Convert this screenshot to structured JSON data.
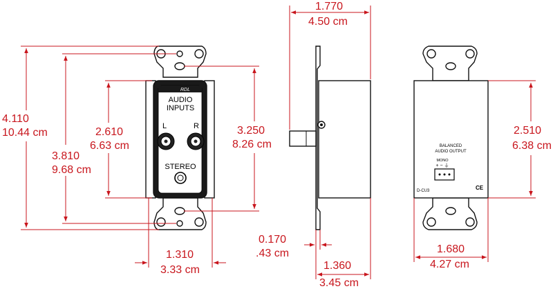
{
  "front_view": {
    "faceplate_labels": {
      "brand": "RDL",
      "audio_inputs_line1": "AUDIO",
      "audio_inputs_line2": "INPUTS",
      "left": "L",
      "right": "R",
      "stereo": "STEREO"
    },
    "dimensions": {
      "overall_height_in": "4.110",
      "overall_height_cm": "10.44 cm",
      "hole_spacing_in": "3.810",
      "hole_spacing_cm": "9.68 cm",
      "jack_height_in": "2.610",
      "jack_height_cm": "6.63 cm",
      "body_height_in": "3.250",
      "body_height_cm": "8.26 cm",
      "width_in": "1.310",
      "width_cm": "3.33 cm"
    }
  },
  "side_view": {
    "dimensions": {
      "depth_in": "1.770",
      "depth_cm": "4.50 cm",
      "plate_thickness_in": "0.170",
      "plate_thickness_cm": ".43 cm",
      "body_depth_in": "1.360",
      "body_depth_cm": "3.45 cm"
    }
  },
  "rear_view": {
    "labels": {
      "output_line1": "BALANCED",
      "output_line2": "AUDIO OUTPUT",
      "mono": "MONO",
      "pins": "+  −  ⏚",
      "model": "D-CU3",
      "ce_mark": "CE"
    },
    "dimensions": {
      "height_in": "2.510",
      "height_cm": "6.38 cm",
      "width_in": "1.680",
      "width_cm": "4.27 cm"
    }
  },
  "colors": {
    "dimension": "#c8161d",
    "outline": "#111111"
  }
}
